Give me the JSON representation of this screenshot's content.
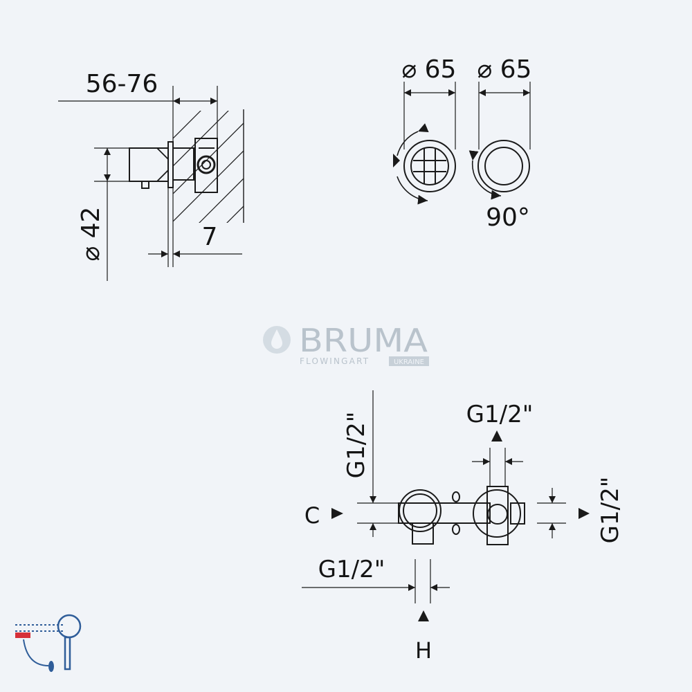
{
  "side_view": {
    "depth_label": "56-76",
    "diameter_label": "⌀ 42",
    "plate_label": "7"
  },
  "front_view": {
    "handle_left_label": "⌀ 65",
    "handle_right_label": "⌀ 65",
    "rotation_label": "90°"
  },
  "watermark": {
    "brand": "BRUMA",
    "tagline": "FLOWINGART",
    "region": "UKRAINE"
  },
  "connection_view": {
    "top_left_thread": "G1/2\"",
    "top_right_thread": "G1/2\"",
    "right_thread": "G1/2\"",
    "bottom_thread": "G1/2\"",
    "cold_label": "C",
    "hot_label": "H"
  },
  "colors": {
    "background": "#f1f4f8",
    "line": "#1a1a1a",
    "watermark": "#b9c3cc",
    "icon_blue": "#2f5d99",
    "icon_red": "#d6303a"
  }
}
